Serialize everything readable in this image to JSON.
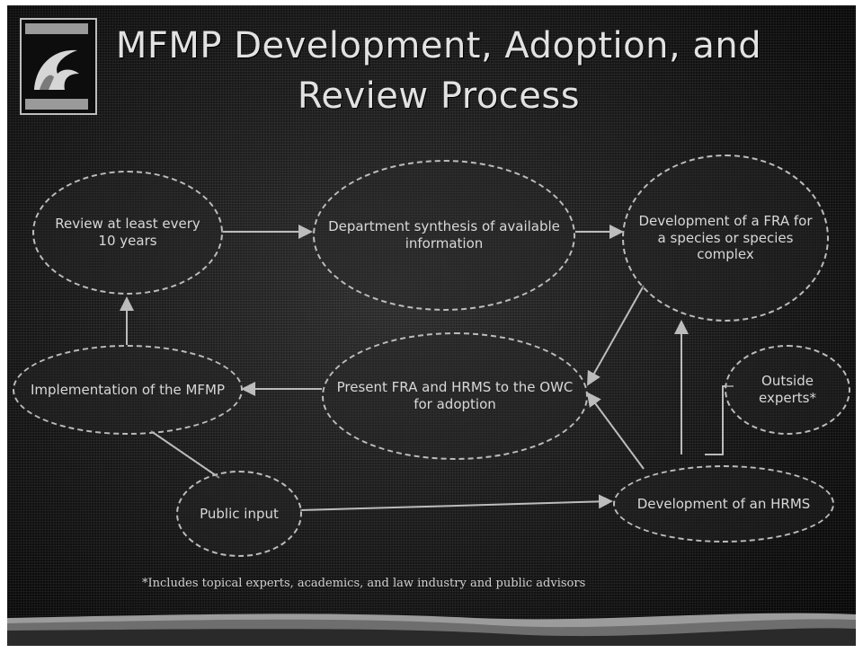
{
  "title": {
    "line1": "MFMP Development, Adoption, and",
    "line2": "Review Process"
  },
  "nodes": {
    "review": "Review at least every 10 years",
    "synthesis": "Department synthesis of available information",
    "fra": "Development of a FRA for a species or species complex",
    "implementation": "Implementation of the MFMP",
    "present": "Present FRA and HRMS to the OWC for adoption",
    "outside_experts": "Outside experts*",
    "public_input": "Public input",
    "hrms": "Development of an HRMS"
  },
  "footnote": "*Includes topical experts, academics, and law industry and public advisors",
  "colors": {
    "background": "#1a1a1a",
    "text": "#d8d8d8",
    "lines": "#bcbcbc"
  }
}
